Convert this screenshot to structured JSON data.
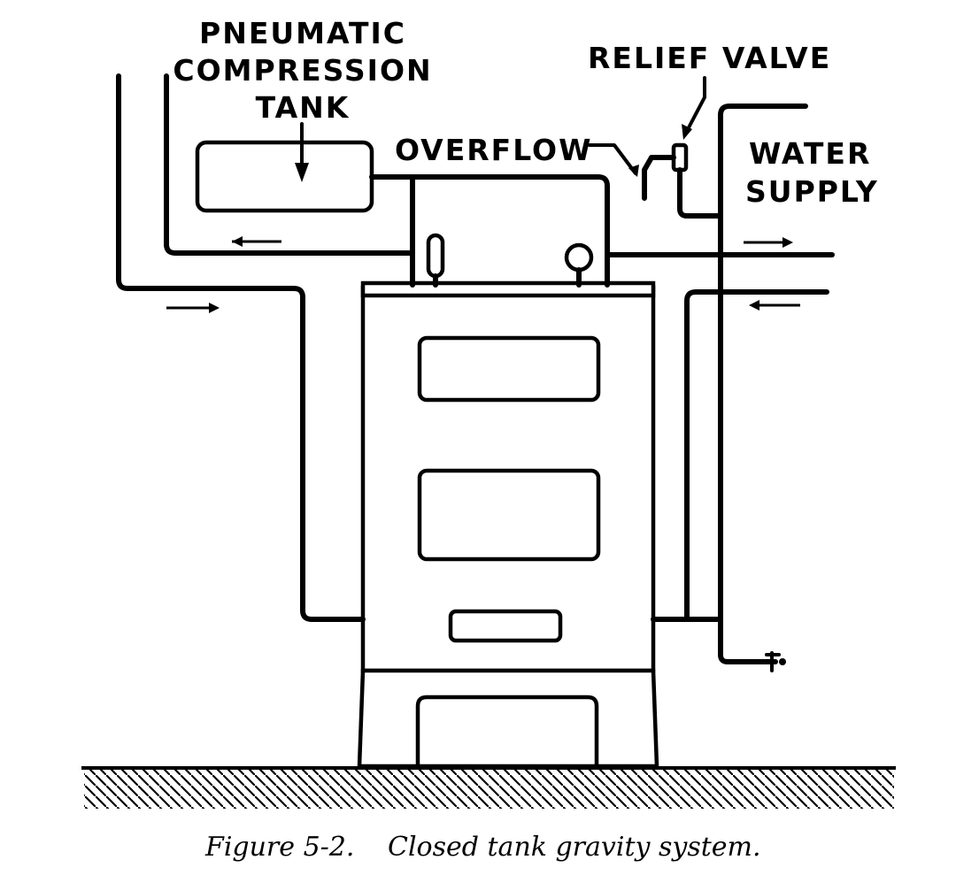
{
  "labels": {
    "tank_line1": "PNEUMATIC",
    "tank_line2": "COMPRESSION",
    "tank_line3": "TANK",
    "overflow": "OVERFLOW",
    "relief_valve": "RELIEF VALVE",
    "water_line1": "WATER",
    "water_line2": "SUPPLY"
  },
  "caption": {
    "figure": "Figure 5-2.",
    "title": "Closed tank gravity system."
  }
}
